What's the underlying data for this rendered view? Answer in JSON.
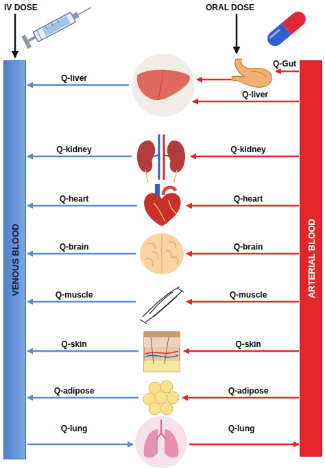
{
  "diagram": {
    "nodes": [
      {
        "text": [
          "VENOUS BLOOD"
        ]
      },
      {
        "text": [
          "ARTERIAL BLOOD"
        ]
      }
    ],
    "labels": [
      "IV DOSE",
      "ORAL DOSE",
      "Q-Gut",
      "Q-liver",
      "Q-liver",
      "Q-kidney",
      "Q-kidney",
      "Q-heart",
      "Q-heart",
      "Q-brain",
      "Q-brain",
      "Q-muscle",
      "Q-muscle",
      "Q-skin",
      "Q-skin",
      "Q-adipose",
      "Q-adipose",
      "Q-lung",
      "Q-lung"
    ]
  }
}
